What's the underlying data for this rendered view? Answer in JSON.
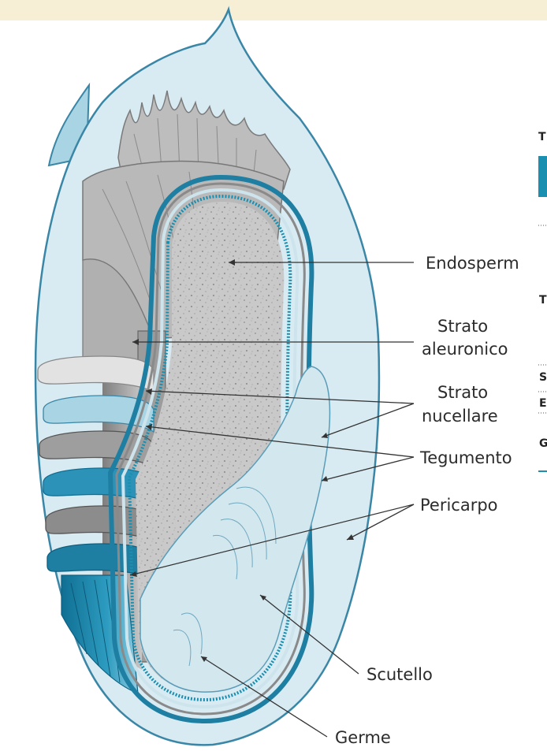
{
  "labels": {
    "endosperm": "Endosperm",
    "aleuronic_1": "Strato",
    "aleuronic_2": "aleuronico",
    "nucellar_1": "Strato",
    "nucellar_2": "nucellare",
    "tegument": "Tegumento",
    "pericarp": "Pericarpo",
    "scutellum": "Scutello",
    "germ": "Germe"
  },
  "edge_fragments": {
    "t1": "T",
    "t2": "T",
    "s": "S",
    "e": "E",
    "g": "G"
  },
  "colors": {
    "top_band": "#f6efd6",
    "husk_fill": "#d9ebf2",
    "husk_stroke": "#3a86a6",
    "endosperm": "#c6c6c6",
    "aleurone": "#9c9c9c",
    "teal": "#1e7fa3",
    "accent": "#1a8fb0"
  }
}
